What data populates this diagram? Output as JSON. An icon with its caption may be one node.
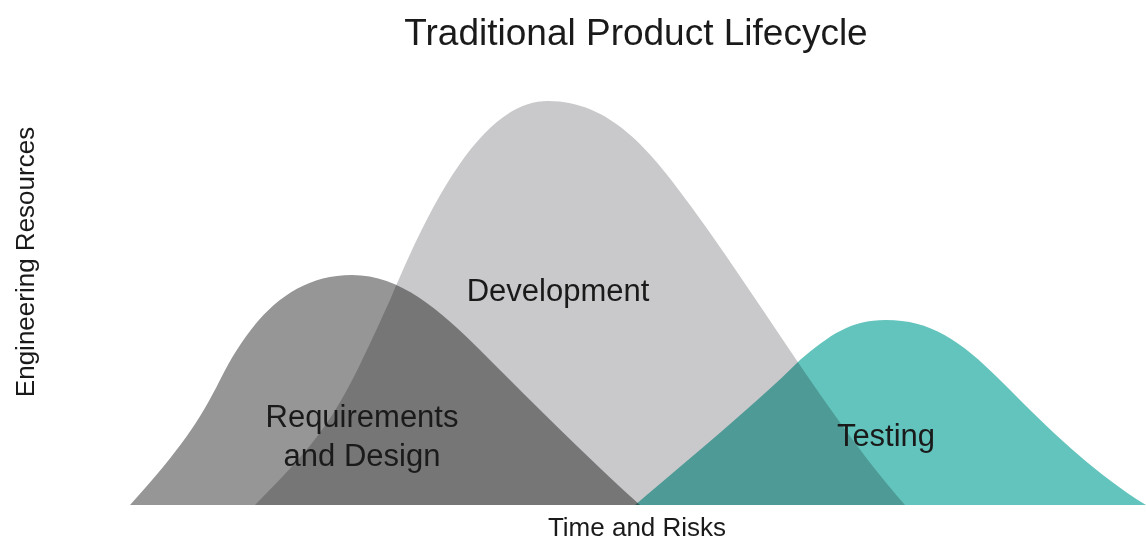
{
  "diagram": {
    "title": "Traditional Product Lifecycle",
    "nodes": [
      {
        "text": [
          "Development"
        ]
      },
      {
        "text": [
          "Requirements and Design"
        ]
      },
      {
        "text": [
          "Testing"
        ]
      }
    ],
    "labels": [
      "Engineering Resources",
      "Time and Risks"
    ]
  }
}
